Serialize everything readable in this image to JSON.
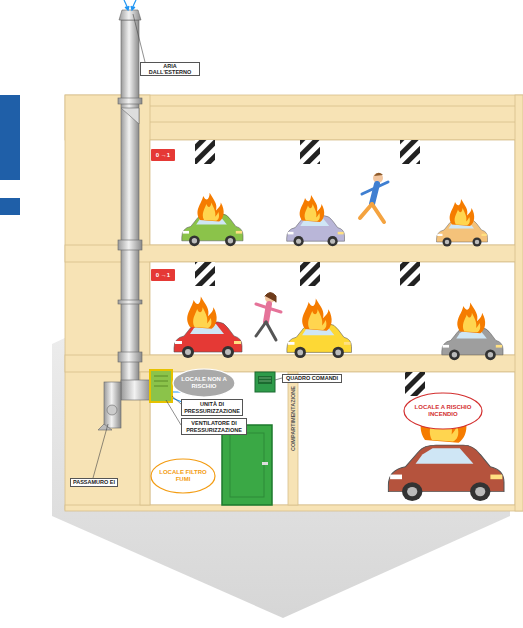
{
  "diagram": {
    "nodes": [
      {
        "text": [
          "ARIA DALL'ESTERNO"
        ]
      },
      {
        "text": [
          "0 →1"
        ]
      },
      {
        "text": [
          "0 →1"
        ]
      },
      {
        "text": [
          "LOCALE NON A RISCHIO"
        ]
      },
      {
        "text": [
          "QUADRO COMANDI"
        ]
      },
      {
        "text": [
          "UNITÀ DI PRESSURIZZAZIONE"
        ]
      },
      {
        "text": [
          "VENTILATORE DI PRESSURIZZAZIONE"
        ]
      },
      {
        "text": [
          "LOCALE A RISCHIO INCENDIO"
        ]
      },
      {
        "text": [
          "PASSAMURO EI"
        ]
      },
      {
        "text": [
          "LOCALE FILTRO FUMI"
        ]
      }
    ],
    "labels": [
      "COMPARTIMENTAZIONE"
    ]
  }
}
